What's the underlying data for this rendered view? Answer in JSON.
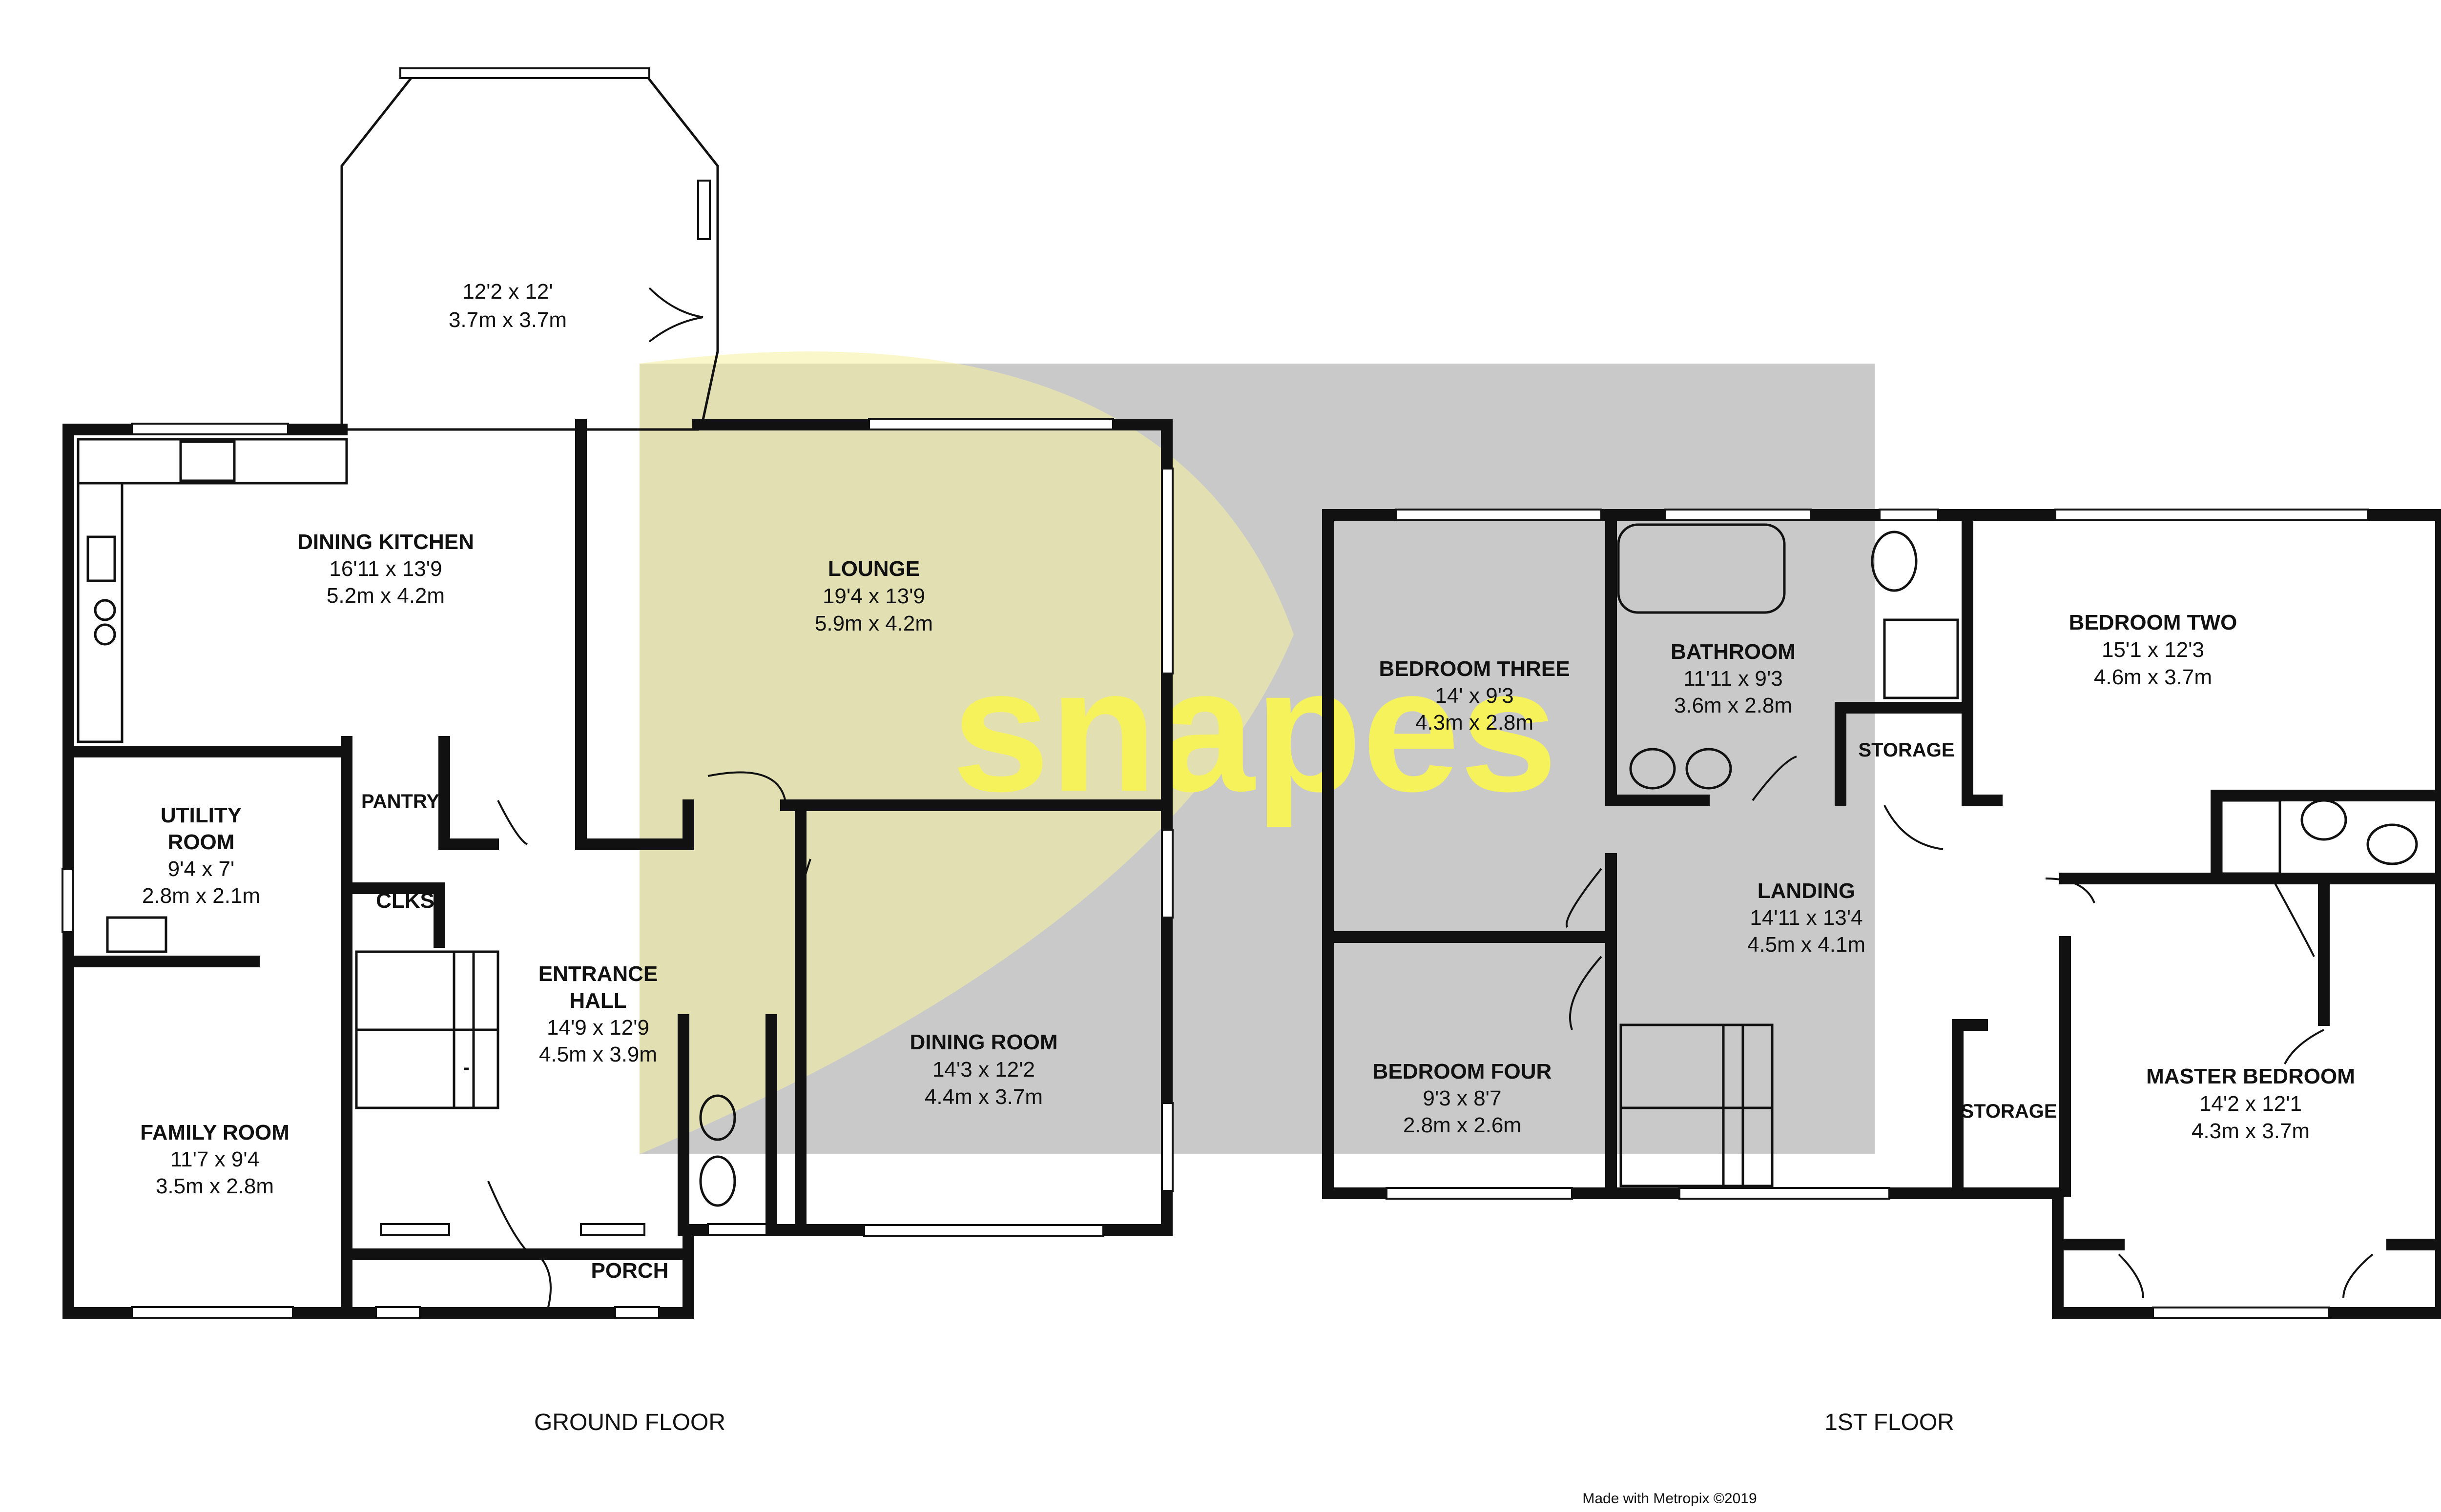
{
  "watermark": {
    "text": "snapes",
    "color": "#f6f25c",
    "box_color": "#c9c9c9"
  },
  "ground_floor": {
    "label": "GROUND FLOOR",
    "rooms": {
      "conservatory": {
        "name": "",
        "imperial": "12'2 x 12'",
        "metric": "3.7m x 3.7m"
      },
      "dining_kitchen": {
        "name": "DINING KITCHEN",
        "imperial": "16'11 x 13'9",
        "metric": "5.2m x 4.2m"
      },
      "lounge": {
        "name": "LOUNGE",
        "imperial": "19'4 x 13'9",
        "metric": "5.9m x 4.2m"
      },
      "utility": {
        "name_line1": "UTILITY",
        "name_line2": "ROOM",
        "imperial": "9'4 x 7'",
        "metric": "2.8m x 2.1m"
      },
      "pantry": {
        "name": "PANTRY"
      },
      "clks": {
        "name": "CLKS"
      },
      "entrance_hall": {
        "name_line1": "ENTRANCE",
        "name_line2": "HALL",
        "imperial": "14'9 x 12'9",
        "metric": "4.5m x 3.9m"
      },
      "dining_room": {
        "name": "DINING ROOM",
        "imperial": "14'3 x 12'2",
        "metric": "4.4m x 3.7m"
      },
      "family_room": {
        "name": "FAMILY ROOM",
        "imperial": "11'7 x 9'4",
        "metric": "3.5m x 2.8m"
      },
      "porch": {
        "name": "PORCH"
      }
    }
  },
  "first_floor": {
    "label": "1ST FLOOR",
    "rooms": {
      "bedroom_three": {
        "name": "BEDROOM THREE",
        "imperial": "14' x 9'3",
        "metric": "4.3m x 2.8m"
      },
      "bathroom": {
        "name": "BATHROOM",
        "imperial": "11'11 x 9'3",
        "metric": "3.6m x 2.8m"
      },
      "storage_top": {
        "name": "STORAGE"
      },
      "bedroom_two": {
        "name": "BEDROOM TWO",
        "imperial": "15'1 x 12'3",
        "metric": "4.6m x 3.7m"
      },
      "landing": {
        "name": "LANDING",
        "imperial": "14'11 x 13'4",
        "metric": "4.5m x 4.1m"
      },
      "bedroom_four": {
        "name": "BEDROOM FOUR",
        "imperial": "9'3 x 8'7",
        "metric": "2.8m x 2.6m"
      },
      "storage_bottom": {
        "name": "STORAGE"
      },
      "master_bedroom": {
        "name": "MASTER BEDROOM",
        "imperial": "14'2 x 12'1",
        "metric": "4.3m x 3.7m"
      }
    }
  },
  "credit": "Made with Metropix ©2019"
}
